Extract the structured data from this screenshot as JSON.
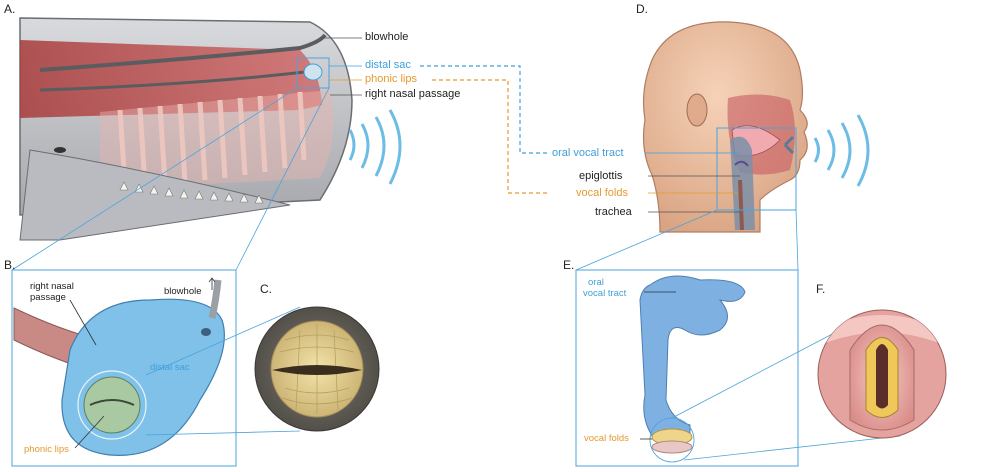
{
  "panels": {
    "a": "A.",
    "b": "B.",
    "c": "C.",
    "d": "D.",
    "e": "E.",
    "f": "F."
  },
  "whale_labels": {
    "blowhole": "blowhole",
    "distal_sac": "distal sac",
    "phonic_lips": "phonic lips",
    "right_nasal_passage": "right nasal passage"
  },
  "whale_detail_labels": {
    "right_nasal_passage_line1": "right nasal",
    "right_nasal_passage_line2": "passage",
    "blowhole": "blowhole",
    "distal_sac": "distal sac",
    "phonic_lips": "phonic lips"
  },
  "human_labels": {
    "oral_vocal_tract": "oral vocal tract",
    "epiglottis": "epiglottis",
    "vocal_folds": "vocal folds",
    "trachea": "trachea"
  },
  "human_detail_labels": {
    "oral_line1": "oral",
    "oral_line2": "vocal tract",
    "vocal_folds": "vocal folds"
  },
  "colors": {
    "blue_label": "#3fa0d8",
    "orange_label": "#e59a2e",
    "frame": "#4aa3dc"
  }
}
